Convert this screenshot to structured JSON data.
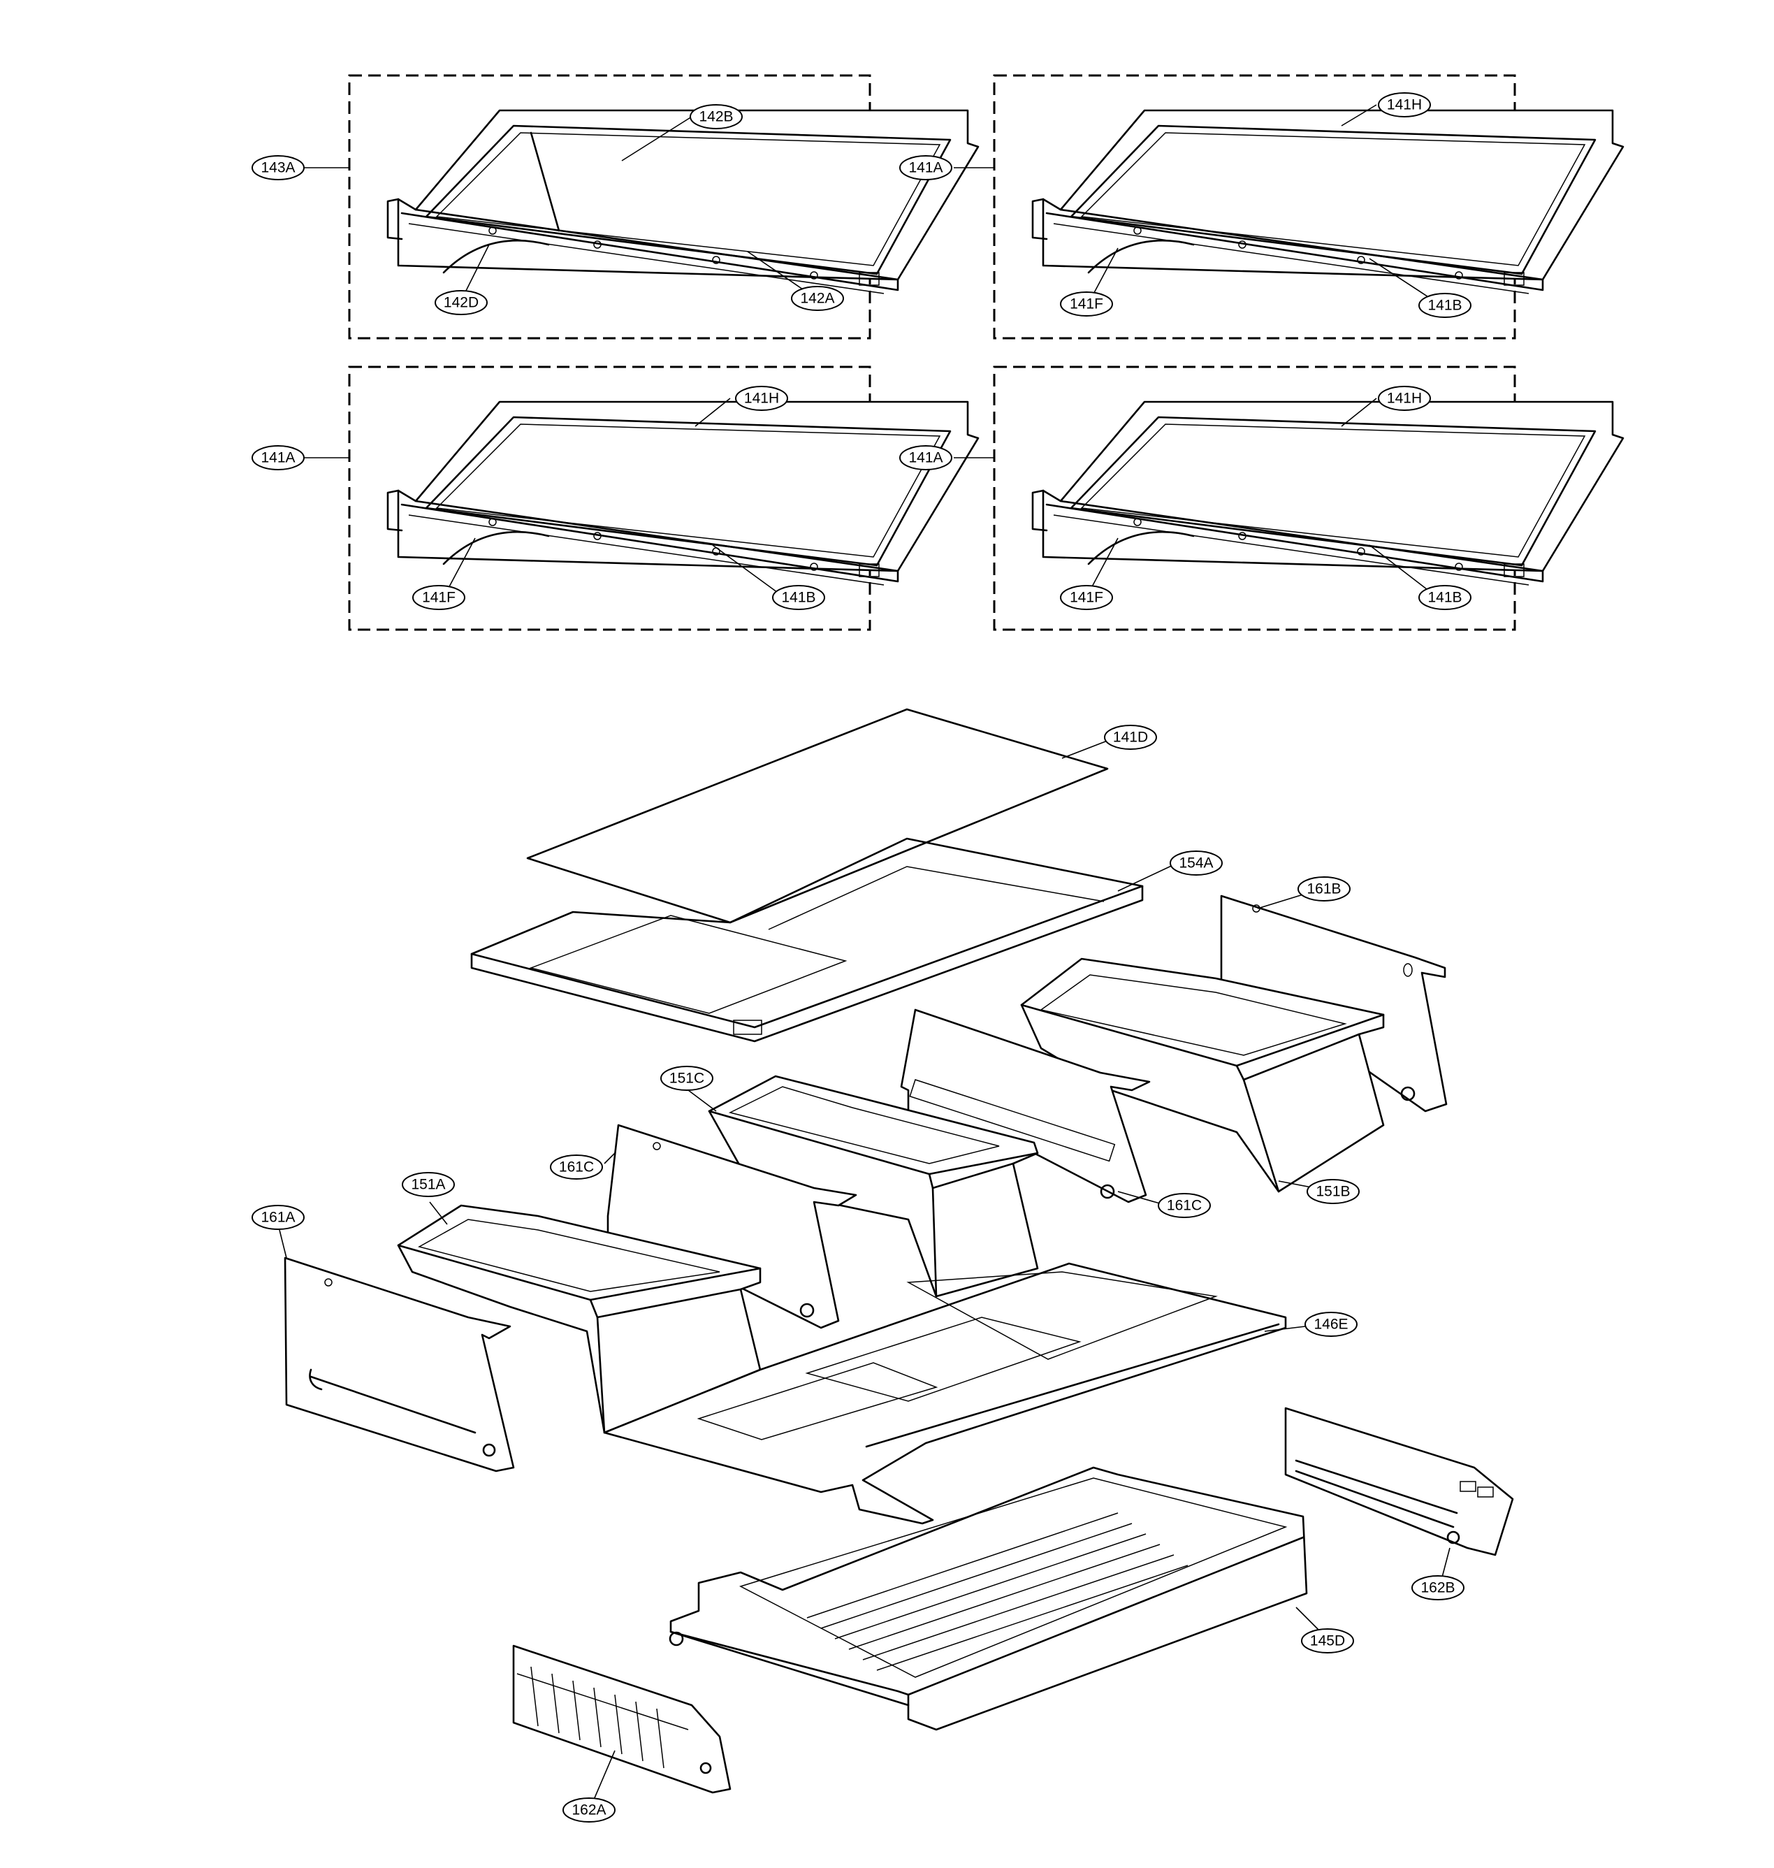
{
  "callouts": {
    "c143A_1": "143A",
    "c142B": "142B",
    "c142D": "142D",
    "c142A": "142A",
    "c141A_1": "141A",
    "c141H_1": "141H",
    "c141F_1": "141F",
    "c141B_1": "141B",
    "c141A_2": "141A",
    "c141H_2": "141H",
    "c141F_2": "141F",
    "c141B_2": "141B",
    "c141A_3": "141A",
    "c141H_3": "141H",
    "c141F_3": "141F",
    "c141B_3": "141B",
    "c141D": "141D",
    "c154A": "154A",
    "c161B": "161B",
    "c151C": "151C",
    "c161C_1": "161C",
    "c161C_2": "161C",
    "c151B": "151B",
    "c151A": "151A",
    "c161A": "161A",
    "c146E": "146E",
    "c162B": "162B",
    "c145D": "145D",
    "c162A": "162A"
  }
}
